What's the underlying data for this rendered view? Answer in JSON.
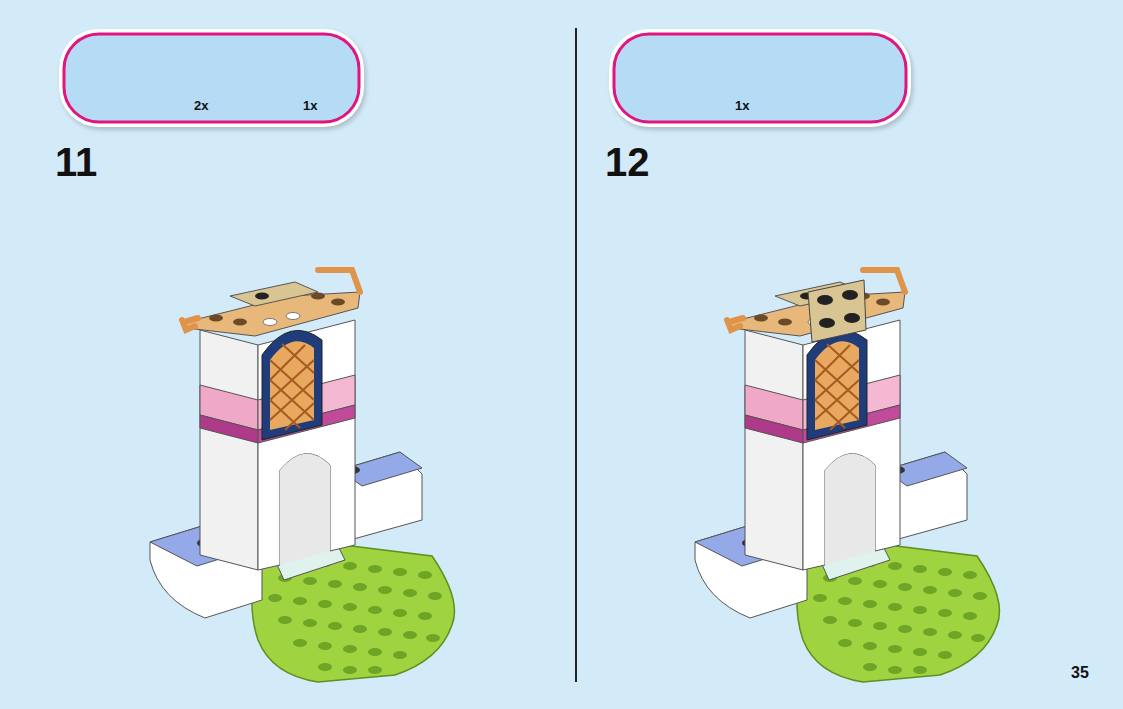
{
  "diagram": {
    "nodes": [
      {
        "text": [
          "2x",
          "1x"
        ]
      },
      {
        "text": [
          "1x"
        ]
      }
    ],
    "labels": [
      "11",
      "12",
      "35"
    ]
  }
}
